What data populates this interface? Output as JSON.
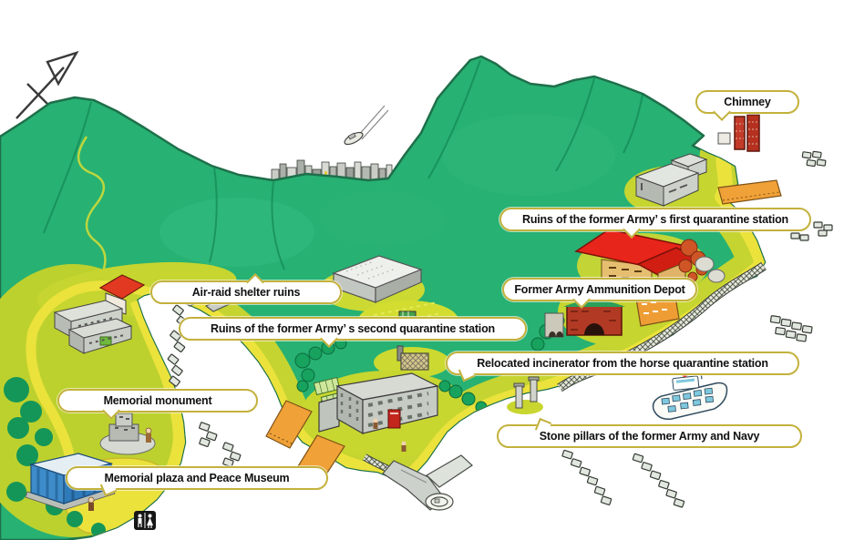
{
  "map": {
    "type": "illustrated-island-guide-map",
    "background_color": "#ffffff",
    "region_labels": [
      {
        "id": "chimney",
        "text": "Chimney"
      },
      {
        "id": "first-quarantine-station",
        "text": "Ruins of the former Army’ s first quarantine station"
      },
      {
        "id": "ammunition-depot",
        "text": "Former Army Ammunition Depot"
      },
      {
        "id": "air-raid-shelter",
        "text": "Air-raid shelter ruins"
      },
      {
        "id": "second-quarantine-station",
        "text": "Ruins of the former Army’ s second quarantine station"
      },
      {
        "id": "horse-quarantine-incinerator",
        "text": "Relocated incinerator from the horse quarantine station"
      },
      {
        "id": "memorial-monument",
        "text": "Memorial monument"
      },
      {
        "id": "stone-pillars",
        "text": "Stone pillars of the former Army and Navy"
      },
      {
        "id": "memorial-plaza-peace-museum",
        "text": "Memorial plaza and Peace Museum"
      }
    ],
    "label_style": {
      "border_color": "#c3b13c",
      "fill": "#ffffff",
      "text_color": "#111111"
    },
    "palette": {
      "mountain_green": "#27b173",
      "coast_chartreuse": "#c5d430",
      "road_yellow": "#ebe23c",
      "pier_orange": "#f0a137",
      "roof_red": "#e8251a",
      "brick_red": "#b23a24",
      "building_grey": "#c6cbc4",
      "museum_blue": "#3e8cc9",
      "water_white": "#ffffff"
    },
    "icons": [
      "north-arrow-icon",
      "restroom-icon",
      "ferry-icon",
      "boat-icon",
      "chimney-icon",
      "warehouse-icon",
      "pier-icon",
      "oyster-raft-icon",
      "monument-icon",
      "museum-icon",
      "factory-icon",
      "seawall-icon",
      "city-skyline-icon"
    ]
  }
}
